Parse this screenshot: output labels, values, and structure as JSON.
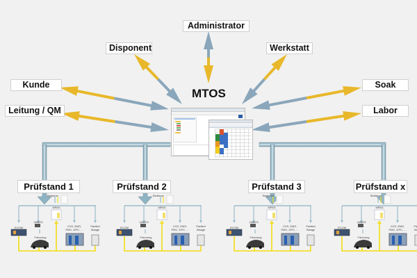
{
  "title": "MTOS",
  "roles": {
    "administrator": "Administrator",
    "disponent": "Disponent",
    "werkstatt": "Werkstatt",
    "kunde": "Kunde",
    "leitung": "Leitung / QM",
    "soak": "Soak",
    "labor": "Labor"
  },
  "colors": {
    "arrow_blue": "#8aa6bb",
    "arrow_yellow": "#e8b82a",
    "pipe": "#8fb3c2",
    "bus": "#f2df2a",
    "background": "#f1f1f1"
  },
  "stands": [
    {
      "label": "Prüfstand 1"
    },
    {
      "label": "Prüfstand 2"
    },
    {
      "label": "Prüfstand 3"
    },
    {
      "label": "Prüfstand x"
    }
  ],
  "stand_components": {
    "operator": "Bediener",
    "mpas": "MPAS",
    "james": "JAMES",
    "ecom": "ECOM",
    "vehicle": "Fahrzeug",
    "cvs": "CVS, EMS, PMC, DPC, ...",
    "scale": "Partikel Waage"
  }
}
